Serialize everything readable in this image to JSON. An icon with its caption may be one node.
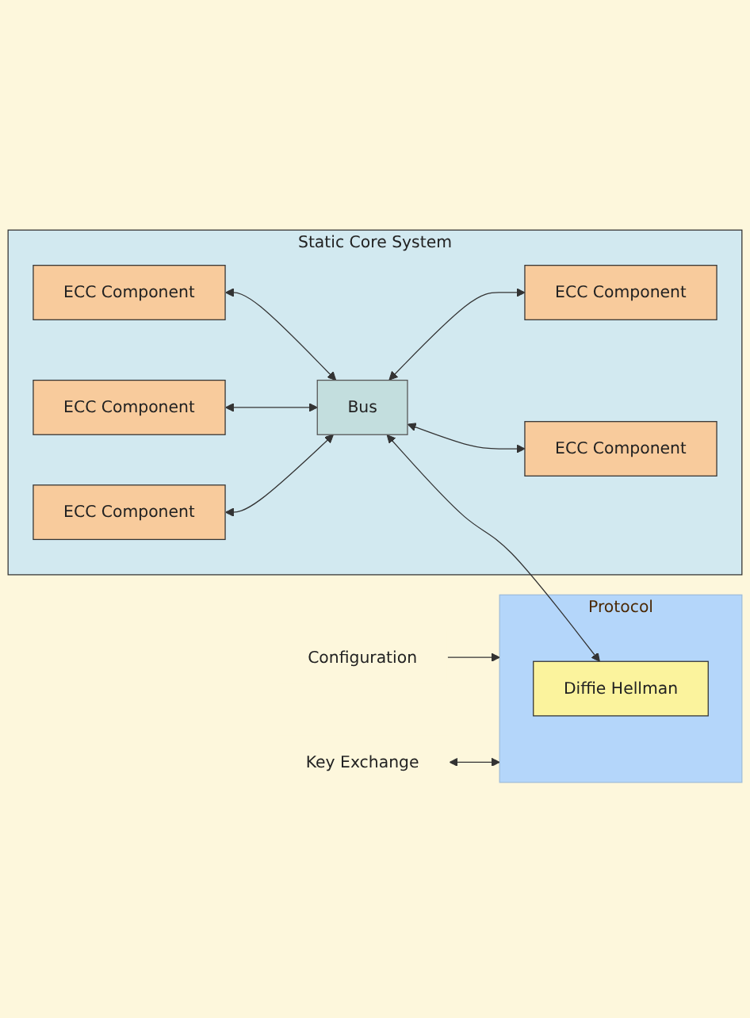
{
  "diagram": {
    "nodes": [
      {
        "text": [
          "Static Core System"
        ]
      },
      {
        "text": [
          "Bus"
        ],
        "in": 0
      },
      {
        "text": [
          "ECC Component"
        ],
        "in": 0
      },
      {
        "text": [
          "ECC Component"
        ],
        "in": 0
      },
      {
        "text": [
          "ECC Component"
        ],
        "in": 0
      },
      {
        "text": [
          "ECC Component"
        ],
        "in": 0
      },
      {
        "text": [
          "ECC Component"
        ],
        "in": 0
      },
      {
        "text": [
          "Protocol"
        ]
      },
      {
        "text": [
          "Diffie Hellman"
        ],
        "in": 7
      },
      {
        "text": [
          "Configuration"
        ]
      },
      {
        "text": [
          "Key Exchange"
        ]
      }
    ],
    "edges": [
      {
        "from": 2,
        "to": 1,
        "arrow": "both"
      },
      {
        "from": 1,
        "to": 3,
        "arrow": "both"
      },
      {
        "from": 4,
        "to": 1,
        "arrow": "both"
      },
      {
        "from": 1,
        "to": 5,
        "arrow": "both"
      },
      {
        "from": 6,
        "to": 1,
        "arrow": "both"
      },
      {
        "from": 1,
        "to": 8,
        "arrow": "both"
      },
      {
        "from": 9,
        "to": 7,
        "arrow": "to"
      },
      {
        "from": 10,
        "to": 7,
        "arrow": "both"
      }
    ]
  }
}
